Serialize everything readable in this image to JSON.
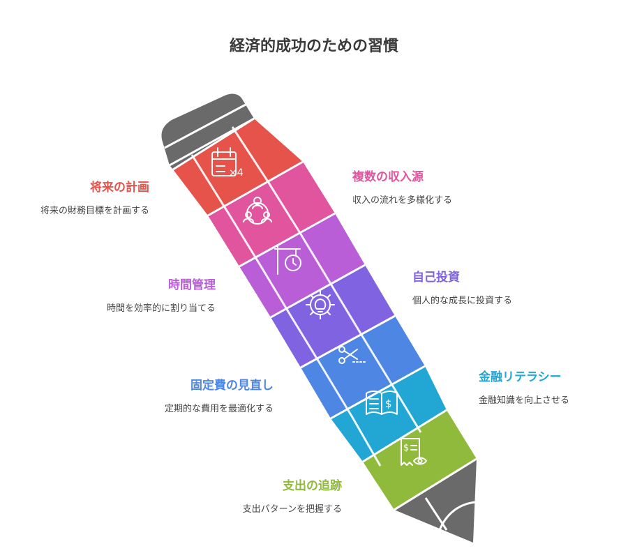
{
  "title": "経済的成功のための習慣",
  "steps": [
    {
      "title": "将来の計画",
      "description": "将来の財務目標を計画する",
      "color": "#e5534b",
      "icon": "calendar-icon"
    },
    {
      "title": "複数の収入源",
      "description": "収入の流れを多様化する",
      "color": "#e0559e",
      "icon": "people-network-icon"
    },
    {
      "title": "時間管理",
      "description": "時間を効率的に割り当てる",
      "color": "#b95ed6",
      "icon": "timer-sign-icon"
    },
    {
      "title": "自己投資",
      "description": "個人的な成長に投資する",
      "color": "#7f63e0",
      "icon": "gear-lightbulb-icon"
    },
    {
      "title": "固定費の見直し",
      "description": "定期的な費用を最適化する",
      "color": "#4e86e4",
      "icon": "scissors-icon"
    },
    {
      "title": "金融リテラシー",
      "description": "金融知識を向上させる",
      "color": "#22a6d4",
      "icon": "book-dollar-icon"
    },
    {
      "title": "支出の追跡",
      "description": "支出パターンを把握する",
      "color": "#8fba3c",
      "icon": "receipt-eye-icon"
    }
  ],
  "colors": {
    "pencil_body": "#6a6a6a",
    "text_dark": "#3a3a3a"
  }
}
